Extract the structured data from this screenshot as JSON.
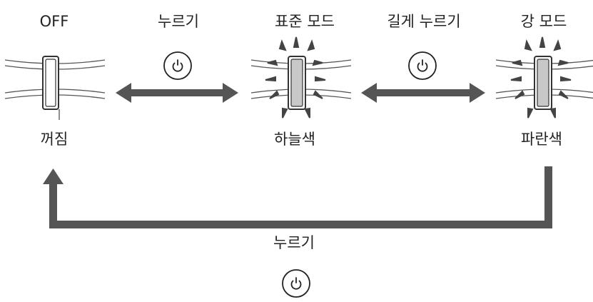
{
  "states": [
    {
      "mode": "OFF",
      "color": "꺼짐"
    },
    {
      "mode": "표준 모드",
      "color": "하늘색"
    },
    {
      "mode": "강 모드",
      "color": "파란색"
    }
  ],
  "transitions": [
    {
      "action": "누르기",
      "icon": "power-icon"
    },
    {
      "action": "길게 누르기",
      "icon": "power-icon"
    },
    {
      "action": "누르기",
      "icon": "power-icon"
    }
  ],
  "colors": {
    "arrow": "#555555",
    "text": "#222222",
    "lamp_off": "#ffffff",
    "lamp_on": "#c8c8c8"
  }
}
